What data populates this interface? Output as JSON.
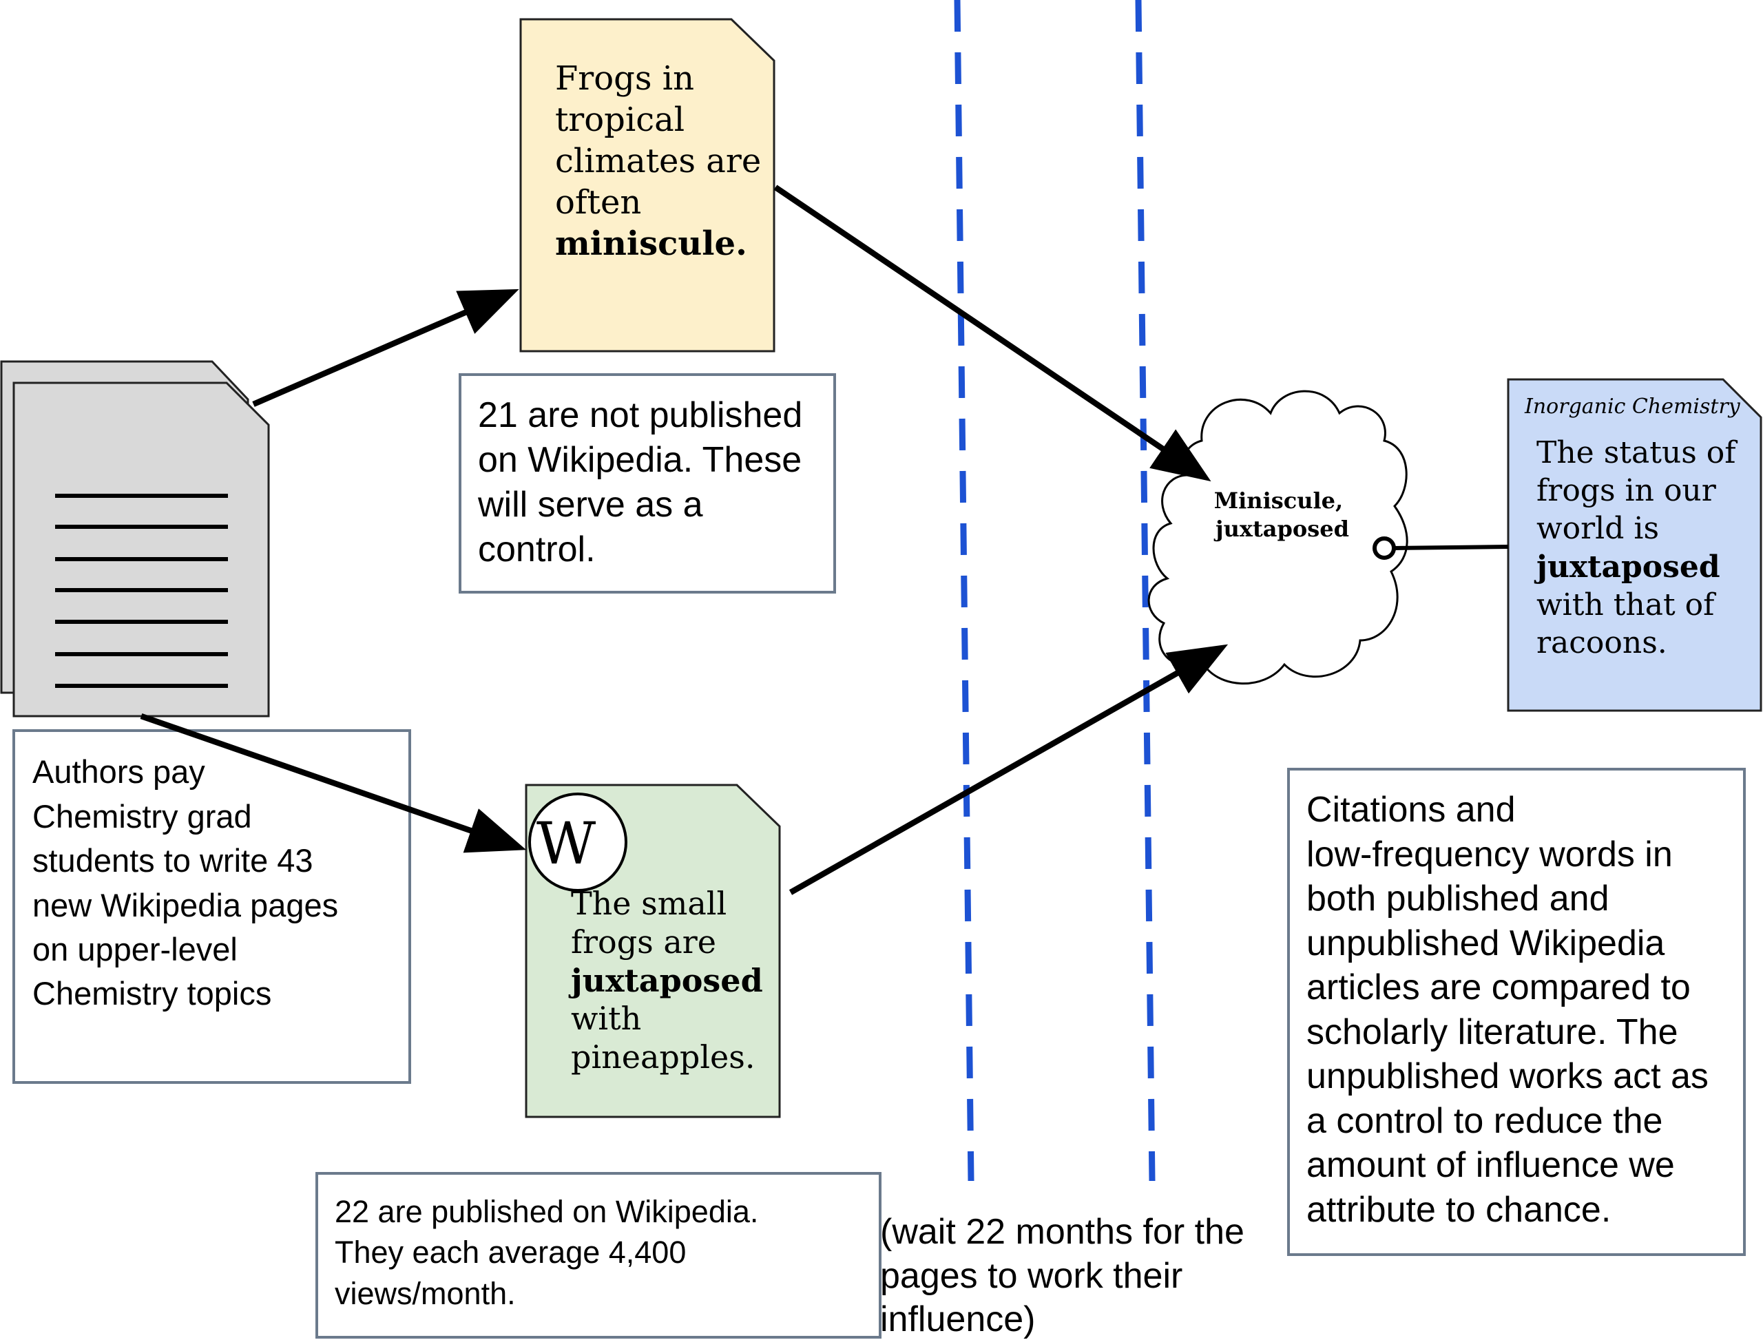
{
  "source_stack": {
    "caption": [
      "Authors pay",
      "Chemistry grad",
      "students to write 43",
      "new Wikipedia pages",
      "on upper-level",
      "Chemistry topics"
    ]
  },
  "unpublished_doc": {
    "lines": [
      "Frogs in",
      "tropical",
      "climates are",
      "often"
    ],
    "bold_word": "miniscule.",
    "caption": [
      "21 are not published",
      "on Wikipedia. These",
      "will serve as a",
      "control."
    ],
    "fill_color": "#fdf0cb"
  },
  "wikipedia_doc": {
    "logo_letter": "W",
    "lines_before": [
      "The small",
      "frogs are"
    ],
    "bold_word": "juxtaposed",
    "lines_after": [
      "with",
      "pineapples."
    ],
    "caption": [
      "22 are published on Wikipedia.",
      "They each average 4,400",
      "views/month."
    ],
    "fill_color": "#d9ead4"
  },
  "wait_note": [
    "(wait 22 months for the",
    "pages to work their",
    "influence)"
  ],
  "cloud": {
    "lines": [
      "Miniscule,",
      "juxtaposed"
    ]
  },
  "journal_doc": {
    "journal_name": "Inorganic Chemistry",
    "lines_before": [
      "The status of",
      "frogs in our",
      "world is"
    ],
    "bold_word": "juxtaposed",
    "lines_after": [
      "with that of",
      "racoons."
    ],
    "fill_color": "#c9daf7"
  },
  "summary": {
    "lines": [
      "Citations and",
      "low-frequency words in",
      "both published and",
      "unpublished Wikipedia",
      "articles are compared to",
      "scholarly literature. The",
      "unpublished works act as",
      "a control to reduce the",
      "amount of influence we",
      "attribute to chance."
    ]
  },
  "colors": {
    "dashed_divider": "#1d52d3",
    "stack_page": "#d9d9d9",
    "box_border": "#6b7a8c"
  }
}
